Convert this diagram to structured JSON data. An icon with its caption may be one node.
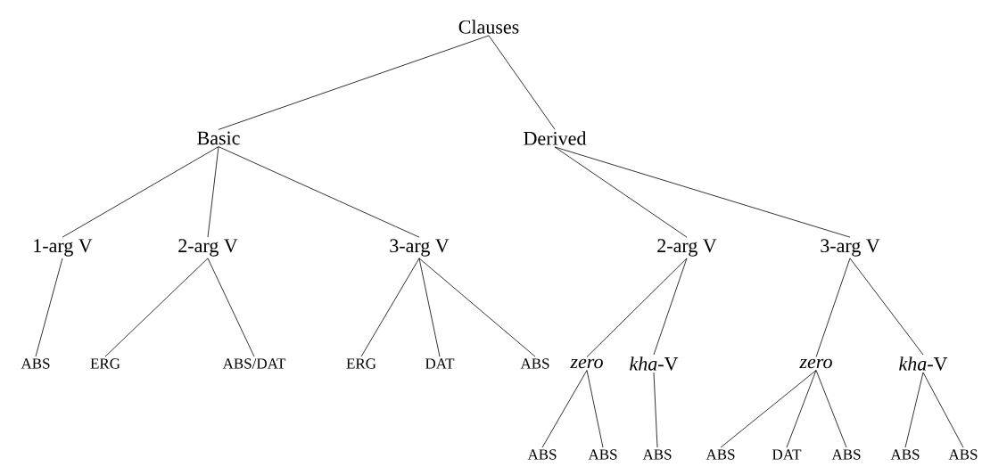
{
  "diagram": {
    "nodes": [
      {
        "text": [
          "Clauses"
        ]
      },
      {
        "text": [
          "Basic"
        ]
      },
      {
        "text": [
          "Derived"
        ]
      },
      {
        "text": [
          "1-arg V"
        ]
      },
      {
        "text": [
          "2-arg V"
        ]
      },
      {
        "text": [
          "3-arg V"
        ]
      },
      {
        "text": [
          "2-arg V"
        ]
      },
      {
        "text": [
          "3-arg V"
        ]
      },
      {
        "text": [
          "ABS"
        ]
      },
      {
        "text": [
          "ERG"
        ]
      },
      {
        "text": [
          "ABS/DAT"
        ]
      },
      {
        "text": [
          "ERG"
        ]
      },
      {
        "text": [
          "DAT"
        ]
      },
      {
        "text": [
          "ABS"
        ]
      },
      {
        "text": [
          "zero"
        ]
      },
      {
        "text": [
          "*kha*-V"
        ]
      },
      {
        "text": [
          "zero"
        ]
      },
      {
        "text": [
          "*kha*-V"
        ]
      },
      {
        "text": [
          "ABS"
        ]
      },
      {
        "text": [
          "ABS"
        ]
      },
      {
        "text": [
          "ABS"
        ]
      },
      {
        "text": [
          "ABS"
        ]
      },
      {
        "text": [
          "DAT"
        ]
      },
      {
        "text": [
          "ABS"
        ]
      },
      {
        "text": [
          "ABS"
        ]
      },
      {
        "text": [
          "ABS"
        ]
      }
    ],
    "edges": [
      {
        "from": 0,
        "to": 1,
        "arrow": "none"
      },
      {
        "from": 0,
        "to": 2,
        "arrow": "none"
      },
      {
        "from": 1,
        "to": 3,
        "arrow": "none"
      },
      {
        "from": 1,
        "to": 4,
        "arrow": "none"
      },
      {
        "from": 1,
        "to": 5,
        "arrow": "none"
      },
      {
        "from": 2,
        "to": 6,
        "arrow": "none"
      },
      {
        "from": 2,
        "to": 7,
        "arrow": "none"
      },
      {
        "from": 3,
        "to": 8,
        "arrow": "none"
      },
      {
        "from": 4,
        "to": 9,
        "arrow": "none"
      },
      {
        "from": 4,
        "to": 10,
        "arrow": "none"
      },
      {
        "from": 5,
        "to": 11,
        "arrow": "none"
      },
      {
        "from": 5,
        "to": 12,
        "arrow": "none"
      },
      {
        "from": 5,
        "to": 13,
        "arrow": "none"
      },
      {
        "from": 6,
        "to": 14,
        "arrow": "none"
      },
      {
        "from": 6,
        "to": 15,
        "arrow": "none"
      },
      {
        "from": 7,
        "to": 16,
        "arrow": "none"
      },
      {
        "from": 7,
        "to": 17,
        "arrow": "none"
      },
      {
        "from": 14,
        "to": 18,
        "arrow": "none"
      },
      {
        "from": 14,
        "to": 19,
        "arrow": "none"
      },
      {
        "from": 15,
        "to": 20,
        "arrow": "none"
      },
      {
        "from": 16,
        "to": 21,
        "arrow": "none"
      },
      {
        "from": 16,
        "to": 22,
        "arrow": "none"
      },
      {
        "from": 16,
        "to": 23,
        "arrow": "none"
      },
      {
        "from": 17,
        "to": 24,
        "arrow": "none"
      },
      {
        "from": 17,
        "to": 25,
        "arrow": "none"
      }
    ]
  }
}
